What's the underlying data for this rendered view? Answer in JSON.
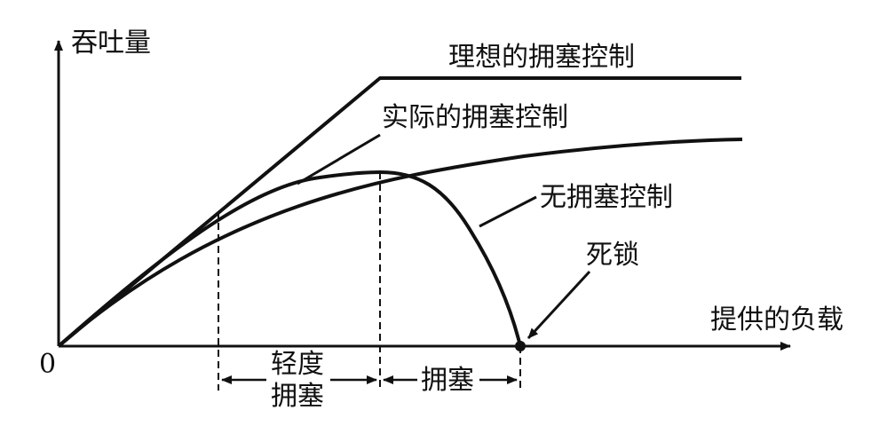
{
  "axes": {
    "y_label": "吞吐量",
    "x_label": "提供的负载",
    "origin": "0"
  },
  "curves": {
    "ideal": "理想的拥塞控制",
    "actual": "实际的拥塞控制",
    "none": "无拥塞控制"
  },
  "annotations": {
    "deadlock": "死锁"
  },
  "regions": {
    "light_line1": "轻度",
    "light_line2": "拥塞",
    "congestion": "拥塞"
  },
  "colors": {
    "ink": "#111111",
    "background": "#ffffff"
  }
}
